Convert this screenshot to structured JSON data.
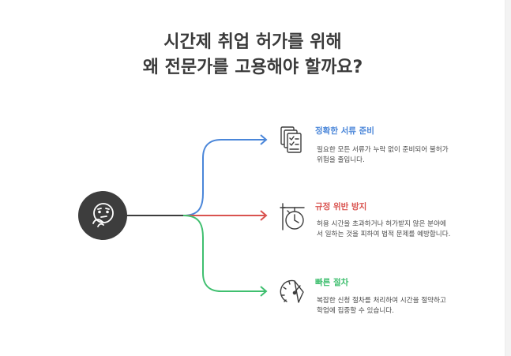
{
  "title": {
    "line1": "시간제 취업 허가를 위해",
    "line2": "왜 전문가를 고용해야 할까요?"
  },
  "center_icon": "thinking-face-icon",
  "items": [
    {
      "title": "정확한 서류 준비",
      "desc_line1": "필요한 모든 서류가 누락 없이 준비되어 불허가",
      "desc_line2": "위험을 줄입니다.",
      "color": "#4a86d9",
      "icon": "documents-checklist-icon"
    },
    {
      "title": "규정 위반 방지",
      "desc_line1": "허용 시간을 초과하거나 허가받지 않은 분야에",
      "desc_line2": "서 일하는 것을 피하여 법적 문제를 예방합니다.",
      "color": "#d9534f",
      "icon": "stopwatch-sign-icon"
    },
    {
      "title": "빠른 절차",
      "desc_line1": "복잡한 신청 절차를 처리하여 시간을 절약하고",
      "desc_line2": "학업에 집중할 수 있습니다.",
      "color": "#3fbf6f",
      "icon": "speed-gauge-icon"
    }
  ],
  "colors": {
    "title": "#3a3a3a",
    "hub": "#3d3d3d",
    "stem": "#3d3d3d"
  }
}
